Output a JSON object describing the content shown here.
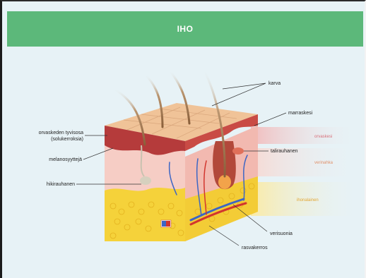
{
  "header": {
    "title": "IHO"
  },
  "labels": {
    "karva": "karva",
    "marraskesi": "marraskesi",
    "orvaskeden_1": "orvaskeden tyvisosa",
    "orvaskeden_2": "(solukerroksia)",
    "melanosyytteja": "melanosyyttejä",
    "tali": "talirauhanen",
    "hiki": "hikirauhanen",
    "verisuonia": "verisuonia",
    "rasvakerros": "rasvakerros"
  },
  "side_labels": {
    "orvaskesi": "orvaskesi",
    "verinahka": "verinahka",
    "ihonalainen": "ihonalainen"
  },
  "colors": {
    "header": "#5cb87a",
    "background": "#e7f2f6",
    "epidermis_top": "#f2c39a",
    "epidermis_edge": "#b53b3b",
    "dermis": "#f6c7c1",
    "fat": "#f5d23a",
    "vein": "#3d66c4",
    "artery": "#d2352e"
  }
}
